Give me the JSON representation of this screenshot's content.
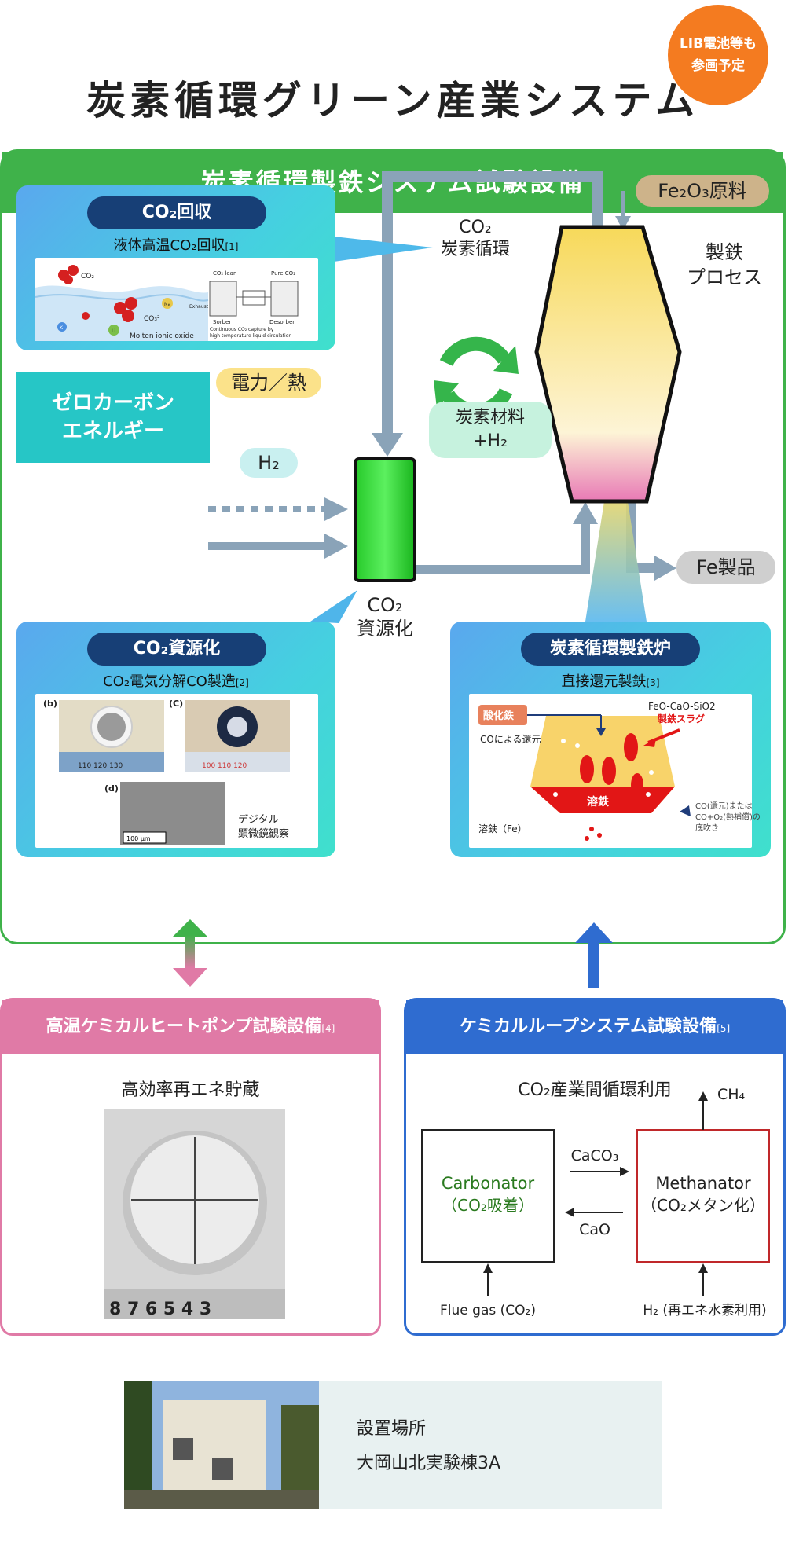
{
  "title": "炭素循環グリーン産業システム",
  "badge": {
    "line1": "LIB電池等も",
    "line2": "参画予定"
  },
  "main_system": {
    "header": "炭素循環製鉄システム試験設備",
    "co2_capture": {
      "pill": "CO₂回収",
      "subtitle": "液体高温CO₂回収",
      "ref": "[1]",
      "image_labels": {
        "co2": "CO₂",
        "co3": "CO₃²⁻",
        "na": "Na",
        "li": "Li",
        "k": "K",
        "co2_lean": "CO₂ lean",
        "pure_co2": "Pure CO₂",
        "exhaust": "Exhaust",
        "sorber": "Sorber",
        "desorber": "Desorber",
        "caption1": "Continuous CO₂ capture by",
        "caption2": "high temperature liquid circulation",
        "footer": "Molten ionic oxide"
      }
    },
    "co2_cycle": {
      "line1": "CO₂",
      "line2": "炭素循環"
    },
    "fe2o3_tag": "Fe₂O₃原料",
    "ironmaking": {
      "line1": "製鉄",
      "line2": "プロセス"
    },
    "zero_carbon": {
      "line1": "ゼロカーボン",
      "line2": "エネルギー"
    },
    "power_heat_tag": "電力／熱",
    "h2_tag": "H₂",
    "carbon_material_tag": {
      "line1": "炭素材料",
      "line2": "+H₂"
    },
    "fe_product_tag": "Fe製品",
    "co2_resource_label": {
      "line1": "CO₂",
      "line2": "資源化"
    },
    "co2_resource": {
      "pill": "CO₂資源化",
      "subtitle": "CO₂電気分解CO製造",
      "ref": "[2]",
      "image_labels": {
        "b": "(b)",
        "c": "(C)",
        "d": "(d)",
        "scale_b": "110 120 130",
        "scale_c": "100 110 120",
        "scale_d": "100 µm",
        "digital_line1": "デジタル",
        "digital_line2": "顕微鏡観察"
      }
    },
    "furnace": {
      "pill": "炭素循環製鉄炉",
      "subtitle": "直接還元製鉄",
      "ref": "[3]",
      "image_labels": {
        "iron_oxide": "酸化鉄",
        "co_reduction": "COによる還元",
        "slag_formula": "FeO-CaO-SiO2",
        "slag_label": "製鉄スラグ",
        "molten_iron_center": "溶鉄",
        "molten_iron_fe": "溶鉄（Fe）",
        "bottom_blow_1": "CO(還元)または",
        "bottom_blow_2": "CO+O₂(熱補償)の",
        "bottom_blow_3": "底吹き"
      }
    }
  },
  "heat_pump": {
    "header": "高温ケミカルヒートポンプ試験設備",
    "ref": "[4]",
    "subtitle": "高効率再エネ貯蔵",
    "ruler": "8 7 6 5 4 3"
  },
  "chemical_loop": {
    "header": "ケミカルループシステム試験設備",
    "ref": "[5]",
    "subtitle": "CO₂産業間循環利用",
    "carbonator_line1": "Carbonator",
    "carbonator_line2": "（CO₂吸着）",
    "methanator_line1": "Methanator",
    "methanator_line2": "（CO₂メタン化）",
    "caco3": "CaCO₃",
    "cao": "CaO",
    "ch4": "CH₄",
    "flue_gas": "Flue gas (CO₂)",
    "h2_input": "H₂ (再エネ水素利用)"
  },
  "location": {
    "label": "設置場所",
    "name": "大岡山北実験棟3A"
  },
  "colors": {
    "green": "#3fb24a",
    "pink": "#e07aa6",
    "blue": "#2f6cd0",
    "navy": "#173f76",
    "orange": "#f47b20",
    "teal": "#26c6c6"
  }
}
